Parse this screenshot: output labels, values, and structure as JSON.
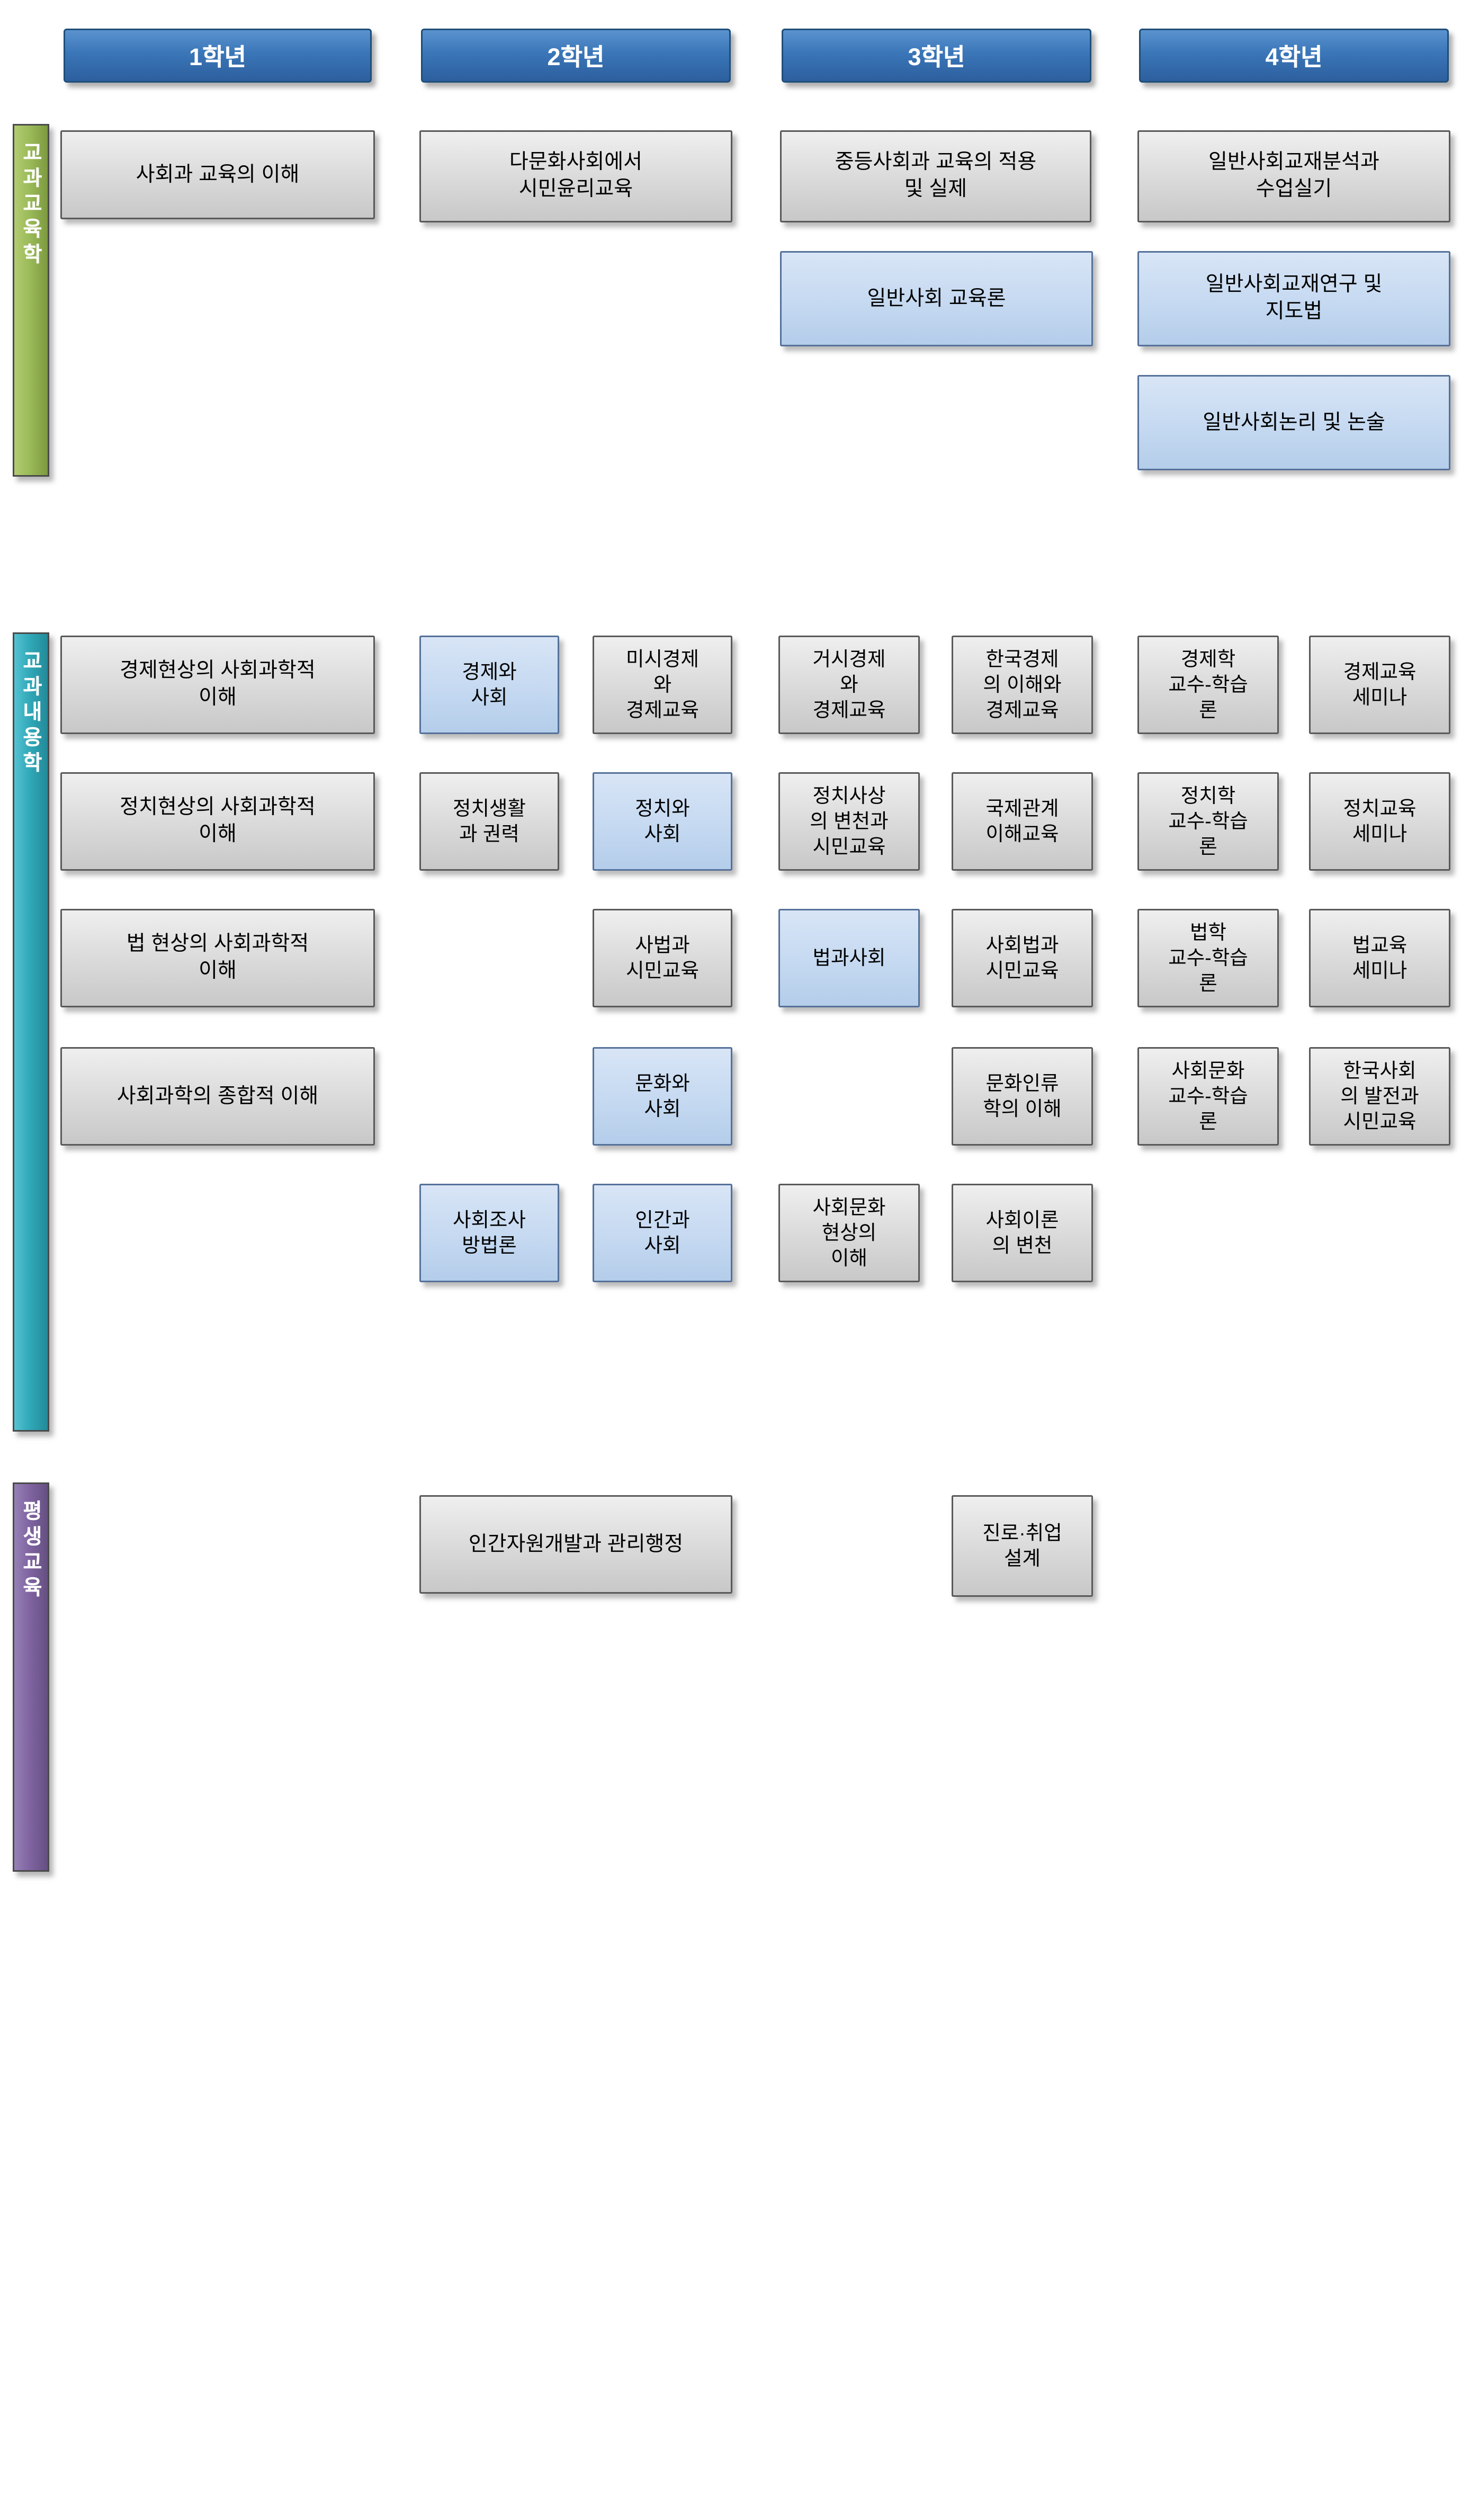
{
  "meta": {
    "title": "사회교육과 교육과정 이수체계도",
    "colors": {
      "header_blue": "#3a76b8",
      "box_gray": "#d9d9d9",
      "box_blue": "#c5d9f1",
      "bar_green": "#9bbb59",
      "bar_teal": "#31a9b8",
      "bar_purple": "#8064a2"
    }
  },
  "columns": {
    "y1": "1학년",
    "y2": "2학년",
    "y3": "3학년",
    "y4": "4학년"
  },
  "sections": {
    "pedagogy": {
      "label": "교과교육학"
    },
    "content": {
      "label": "교과내용학"
    },
    "lifelong": {
      "label": "평생교육"
    }
  },
  "boxes": {
    "s1_y1_r1": "사회과 교육의 이해",
    "s1_y2_r1": "다문화사회에서\n시민윤리교육",
    "s1_y3_r1": "중등사회과 교육의 적용\n및 실제",
    "s1_y3_r2": "일반사회 교육론",
    "s1_y4_r1": "일반사회교재분석과\n수업실기",
    "s1_y4_r2": "일반사회교재연구 및\n지도법",
    "s1_y4_r3": "일반사회논리 및 논술",
    "s2_y1_r1": "경제현상의 사회과학적\n이해",
    "s2_y1_r2": "정치현상의 사회과학적\n이해",
    "s2_y1_r3": "법 현상의 사회과학적\n이해",
    "s2_y1_r4": "사회과학의 종합적 이해",
    "s2_y2a_r1": "경제와\n사회",
    "s2_y2a_r2": "정치생활\n과 권력",
    "s2_y2a_r5": "사회조사\n방법론",
    "s2_y2b_r1": "미시경제\n와\n경제교육",
    "s2_y2b_r2": "정치와\n사회",
    "s2_y2b_r3": "사법과\n시민교육",
    "s2_y2b_r4": "문화와\n사회",
    "s2_y2b_r5": "인간과\n사회",
    "s2_y3a_r1": "거시경제\n와\n경제교육",
    "s2_y3a_r2": "정치사상\n의 변천과\n시민교육",
    "s2_y3a_r3": "법과사회",
    "s2_y3a_r5": "사회문화\n현상의\n이해",
    "s2_y3b_r1": "한국경제\n의 이해와\n경제교육",
    "s2_y3b_r2": "국제관계\n이해교육",
    "s2_y3b_r3": "사회법과\n시민교육",
    "s2_y3b_r4": "문화인류\n학의 이해",
    "s2_y3b_r5": "사회이론\n의 변천",
    "s2_y4a_r1": "경제학\n교수-학습\n론",
    "s2_y4a_r2": "정치학\n교수-학습\n론",
    "s2_y4a_r3": "법학\n교수-학습\n론",
    "s2_y4a_r4": "사회문화\n교수-학습\n론",
    "s2_y4b_r1": "경제교육\n세미나",
    "s2_y4b_r2": "정치교육\n세미나",
    "s2_y4b_r3": "법교육\n세미나",
    "s2_y4b_r4": "한국사회\n의 발전과\n시민교육",
    "s3_y2_r1": "인간자원개발과 관리행정",
    "s3_y3b_r1": "진로·취업\n설계"
  }
}
